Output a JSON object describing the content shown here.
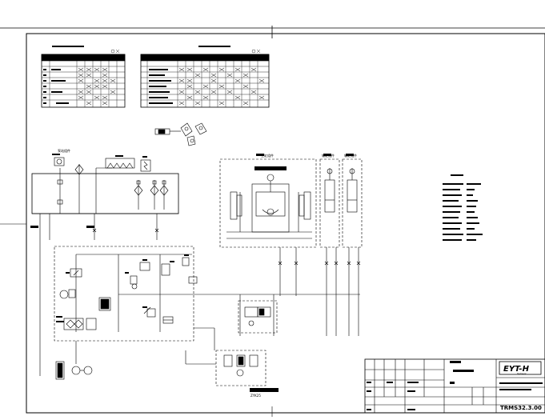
{
  "sheet": {
    "drawing_number": "TRMS32.3.00"
  },
  "title_block": {
    "logo_text": "EYT-H",
    "logo_tagline": "Hydraulic"
  },
  "component_labels": {
    "pump_unit": "泵站组件",
    "main_cylinder": "主缸组件",
    "cyl_a": "辅缸组件",
    "cyl_b": "辅缸组件",
    "bottom_valve": "ZYK25"
  },
  "colors": {
    "line": "#000000",
    "logo_text": "#2e8b2e",
    "logo_bg": "#ffffff"
  }
}
